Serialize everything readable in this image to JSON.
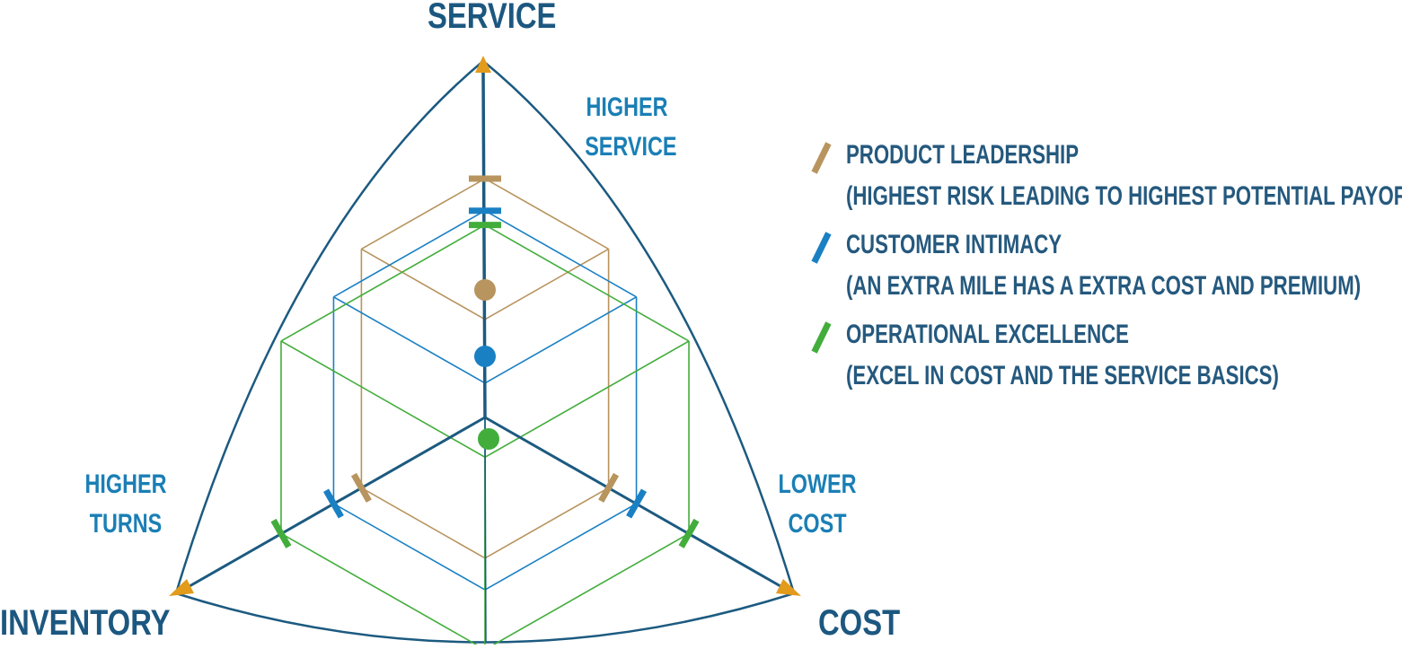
{
  "axes": {
    "service": "SERVICE",
    "inventory": "INVENTORY",
    "cost": "COST"
  },
  "notes": {
    "service_line1": "HIGHER",
    "service_line2": "SERVICE",
    "inventory_line1": "HIGHER",
    "inventory_line2": "TURNS",
    "cost_line1": "LOWER",
    "cost_line2": "COST"
  },
  "colors": {
    "axis": "#1c5a80",
    "arrow": "#e39b1b",
    "product_leadership": "#b8945e",
    "customer_intimacy": "#1a80c4",
    "operational_excellence": "#43ad3c"
  },
  "legend": [
    {
      "title": "PRODUCT LEADERSHIP",
      "subtitle": "(HIGHEST RISK LEADING TO HIGHEST POTENTIAL PAYOFF)",
      "color": "#b8945e"
    },
    {
      "title": "CUSTOMER INTIMACY",
      "subtitle": "(AN EXTRA MILE HAS A EXTRA COST AND PREMIUM)",
      "color": "#1a80c4"
    },
    {
      "title": "OPERATIONAL EXCELLENCE",
      "subtitle": "(EXCEL IN COST AND THE SERVICE BASICS)",
      "color": "#43ad3c"
    }
  ],
  "strategies": [
    {
      "key": "product_leadership",
      "service_level": 0.67,
      "inventory_level": 0.4,
      "cost_level": 0.4
    },
    {
      "key": "customer_intimacy",
      "service_level": 0.58,
      "inventory_level": 0.49,
      "cost_level": 0.49
    },
    {
      "key": "operational_excellence",
      "service_level": 0.54,
      "inventory_level": 0.66,
      "cost_level": 0.66
    }
  ]
}
